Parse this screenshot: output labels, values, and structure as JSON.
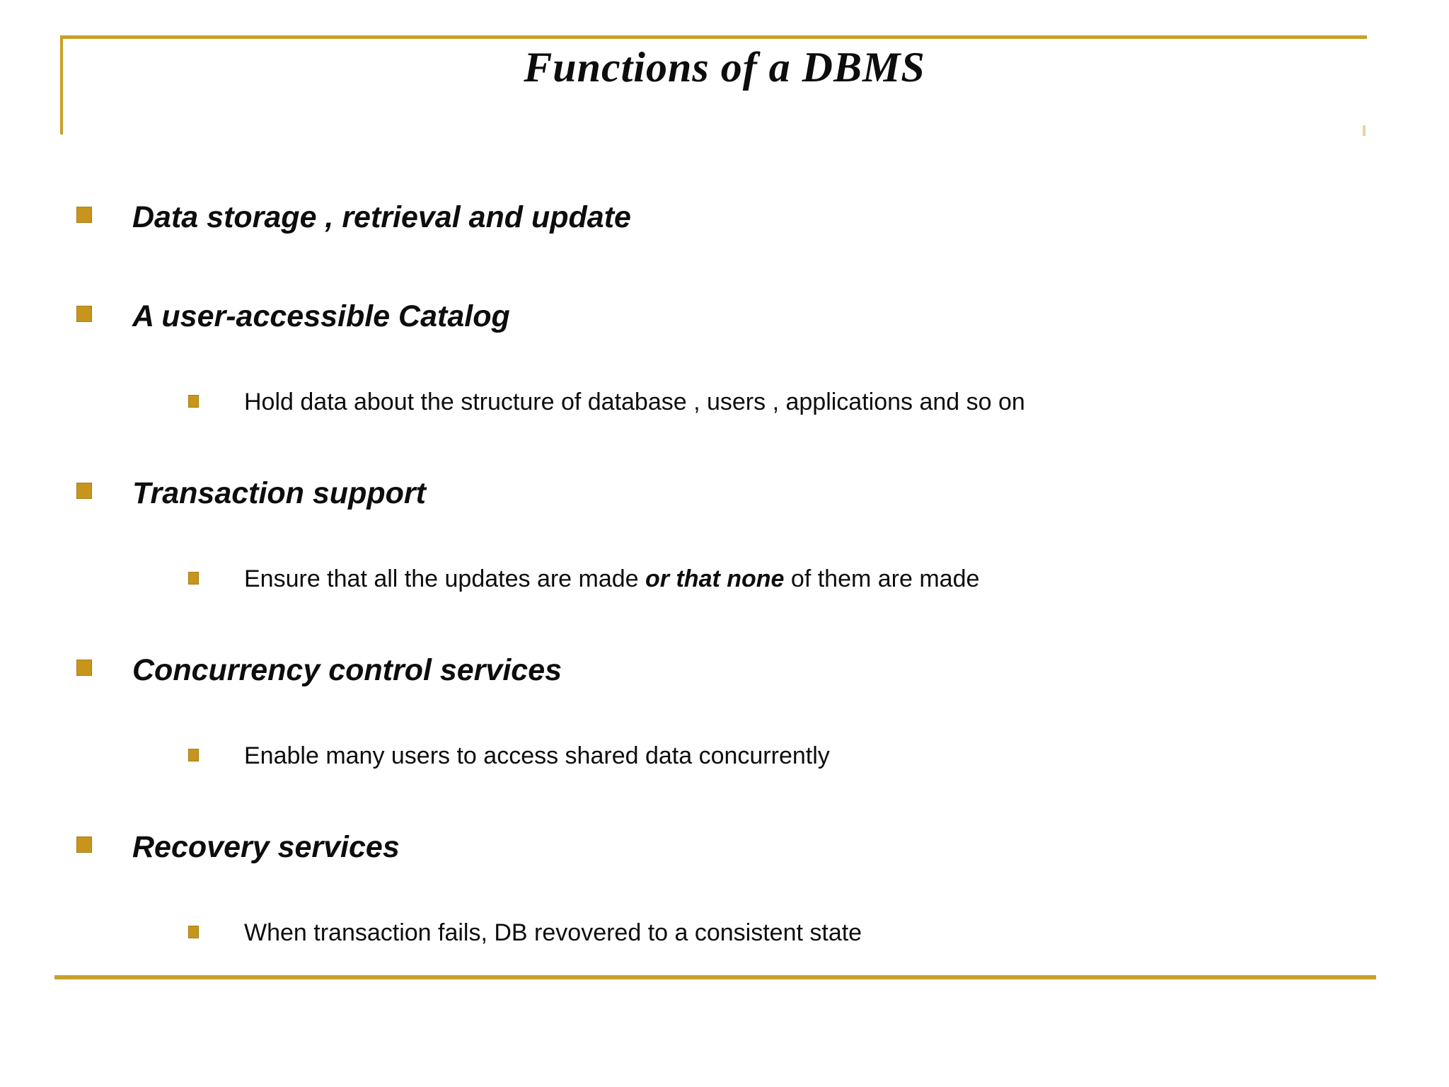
{
  "slide": {
    "title": "Functions of a DBMS",
    "accent_line_color": "#C9A02A",
    "bullet_square_color": "#C8951C",
    "text_color": "#0d0d0d",
    "bullets": [
      {
        "label": "Data storage , retrieval and update",
        "children": []
      },
      {
        "label": "A user-accessible Catalog",
        "children": [
          {
            "text": "Hold data about the structure of database , users , applications and so on"
          }
        ]
      },
      {
        "label": "Transaction support",
        "children": [
          {
            "pre": "Ensure that all the updates are made ",
            "em": "or that none",
            "post": " of them are made"
          }
        ]
      },
      {
        "label": "Concurrency control services",
        "children": [
          {
            "text": "Enable many users to access shared data concurrently"
          }
        ]
      },
      {
        "label": "Recovery services",
        "children": [
          {
            "text": "When transaction fails, DB revovered to a consistent state"
          }
        ]
      }
    ]
  }
}
